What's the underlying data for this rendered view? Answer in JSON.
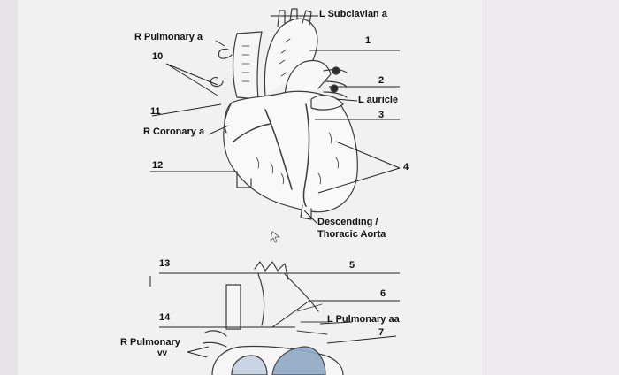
{
  "colors": {
    "page": "#f3f2f3",
    "background": "#e9e6e8",
    "outline": "#3a3a3a",
    "lineLabel": "#222222",
    "shadeBlue": "#8fa9c7"
  },
  "icons": [
    "heart-anterior-drawing",
    "heart-posterior-drawing",
    "cursor-arrow-icon"
  ],
  "top": {
    "subclavian": "L Subclavian a",
    "blank1": "1",
    "rPulmonaryA": "R Pulmonary a",
    "blank10": "10",
    "blank2": "2",
    "lAuricle": "L auricle",
    "blank3": "3",
    "blank11": "11",
    "rCoronaryA": "R Coronary a",
    "blank12": "12",
    "blank4": "4",
    "descendingLine1": "Descending /",
    "descendingLine2": "Thoracic Aorta"
  },
  "bottom": {
    "blank13": "13",
    "blank5": "5",
    "blank6": "6",
    "blank14": "14",
    "pulmonaryAa": "L Pulmonary aa",
    "blank7": "7",
    "rPulmonaryLine1": "R Pulmonary",
    "rPulmonaryLine2": "vv"
  }
}
